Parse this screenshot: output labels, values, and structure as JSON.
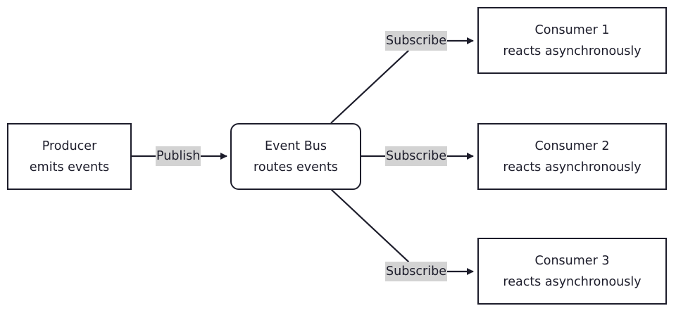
{
  "nodes": {
    "producer": {
      "title": "Producer",
      "subtitle": "emits events"
    },
    "event_bus": {
      "title": "Event Bus",
      "subtitle": "routes events"
    },
    "consumer1": {
      "title": "Consumer 1",
      "subtitle": "reacts asynchronously"
    },
    "consumer2": {
      "title": "Consumer 2",
      "subtitle": "reacts asynchronously"
    },
    "consumer3": {
      "title": "Consumer 3",
      "subtitle": "reacts asynchronously"
    }
  },
  "edges": {
    "publish": "Publish",
    "subscribe1": "Subscribe",
    "subscribe2": "Subscribe",
    "subscribe3": "Subscribe"
  },
  "colors": {
    "stroke": "#1d1d2b",
    "label_bg": "#d3d3d3",
    "background": "#ffffff"
  }
}
